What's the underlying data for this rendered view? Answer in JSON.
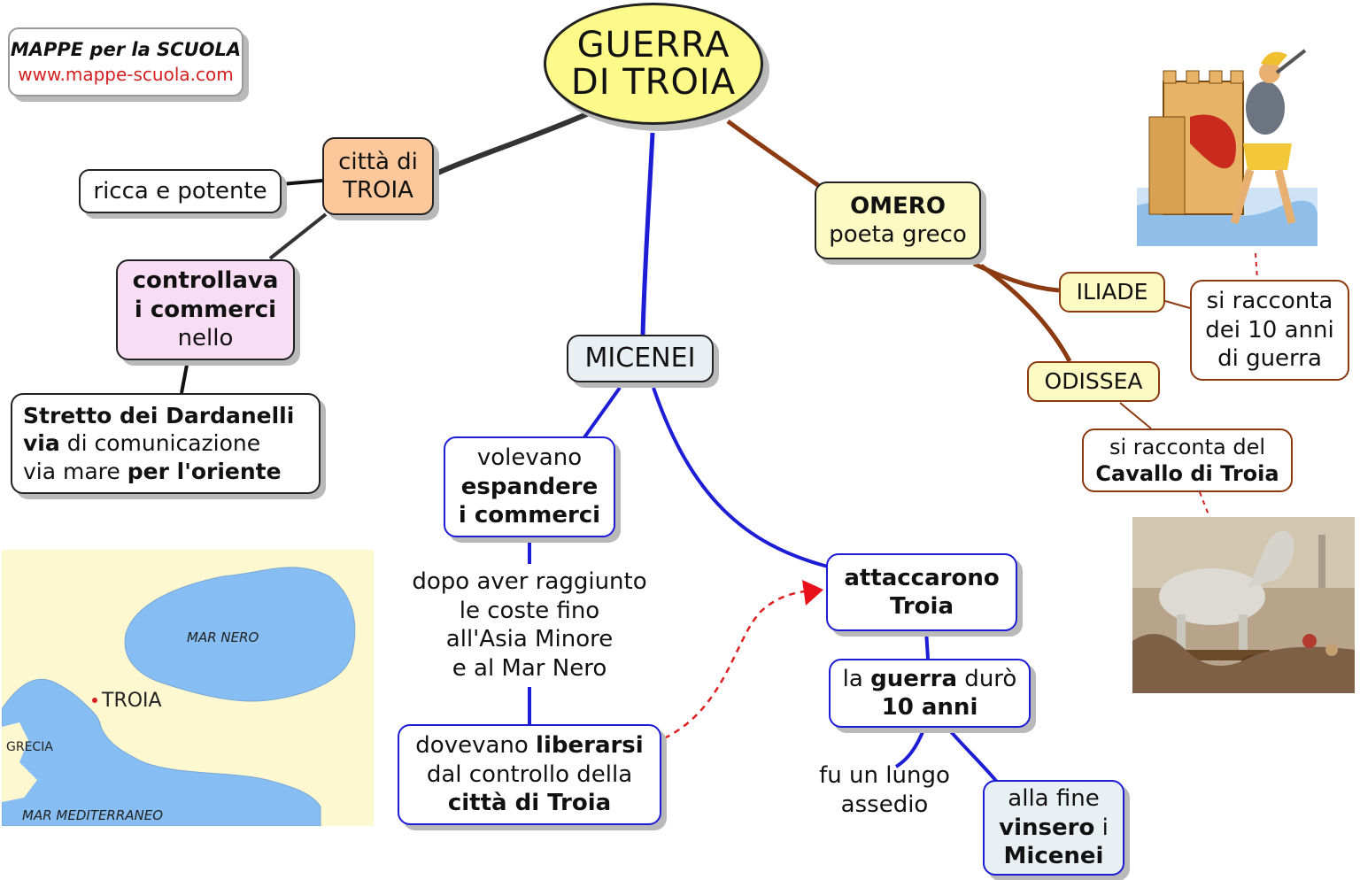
{
  "logo": {
    "line1": "MAPPE per la SCUOLA",
    "line2": "www.mappe-scuola.com"
  },
  "title": {
    "line1": "GUERRA",
    "line2": "DI TROIA"
  },
  "nodes": {
    "citta_troia": {
      "line1": "città di",
      "line2": "TROIA"
    },
    "ricca": "ricca e potente",
    "controllava": {
      "line1": "controllava",
      "line2": "i commerci",
      "line3": "nello"
    },
    "stretto": {
      "l1": "Stretto dei Dardanelli",
      "l2b": "via",
      "l2": " di comunicazione",
      "l3": "via mare ",
      "l3b": "per l'oriente"
    },
    "micenei": "MICENEI",
    "volevano": {
      "line1": "volevano",
      "line2": "espandere",
      "line3": "i commerci"
    },
    "dopo": {
      "line1": "dopo aver raggiunto",
      "line2": "le coste fino",
      "line3": "all'Asia Minore",
      "line4": "e al Mar Nero"
    },
    "dovevano": {
      "l1": "dovevano ",
      "l1b": "liberarsi",
      "l2": "dal controllo della",
      "l3b": "città di Troia"
    },
    "attaccarono": {
      "line1": "attaccarono",
      "line2": "Troia"
    },
    "guerra_duro": {
      "l1": "la ",
      "l1b": "guerra",
      "l1c": " durò",
      "l2b": "10 anni"
    },
    "assedio": {
      "line1": "fu un lungo",
      "line2": "assedio"
    },
    "alla_fine": {
      "line1": "alla fine",
      "l2b": "vinsero",
      "l2": " i",
      "l3b": "Micenei"
    },
    "omero": {
      "line1": "OMERO",
      "line2": "poeta greco"
    },
    "iliade": "ILIADE",
    "odissea": "ODISSEA",
    "si_racconta_anni": {
      "line1": "si racconta",
      "line2": "dei 10 anni",
      "line3": "di guerra"
    },
    "si_racconta_cavallo": {
      "line1": "si racconta del",
      "line2": "Cavallo di Troia"
    }
  },
  "map": {
    "labels": {
      "mar_nero": "MAR NERO",
      "troia": "TROIA",
      "grecia": "GRECIA",
      "mar_med": "MAR MEDITERRANEO"
    }
  },
  "colors": {
    "title_fill": "#fdfa8a",
    "citta_fill": "#fcc79a",
    "controllava_fill": "#f8ddf5",
    "micenei_fill": "#e9f0f3",
    "omero_fill": "#fdfac4",
    "blue_links": "#1d1dd6",
    "brown_links": "#8b3a12",
    "dark_links": "#333333",
    "sea": "#86bdf3",
    "land": "#fdf8d0"
  }
}
